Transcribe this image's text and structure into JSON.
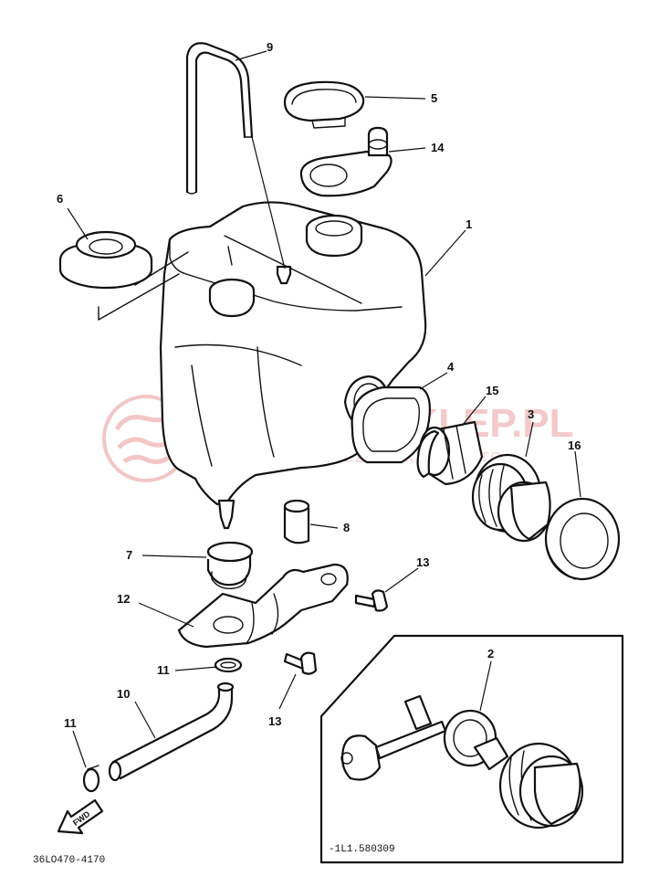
{
  "callouts": [
    "1",
    "2",
    "3",
    "4",
    "5",
    "6",
    "7",
    "8",
    "9",
    "10",
    "11",
    "11",
    "12",
    "13",
    "13",
    "14",
    "15",
    "16"
  ],
  "watermark": {
    "brand": "YAMAHASKLEP.PL",
    "sub": "WOJCIECHOWICZ ELEKTROMOTO",
    "color": "#f0b8b8"
  },
  "inset_code": "-1L1.580309",
  "drawing_code": "36LO470-4170",
  "fwd_label": "FWD"
}
